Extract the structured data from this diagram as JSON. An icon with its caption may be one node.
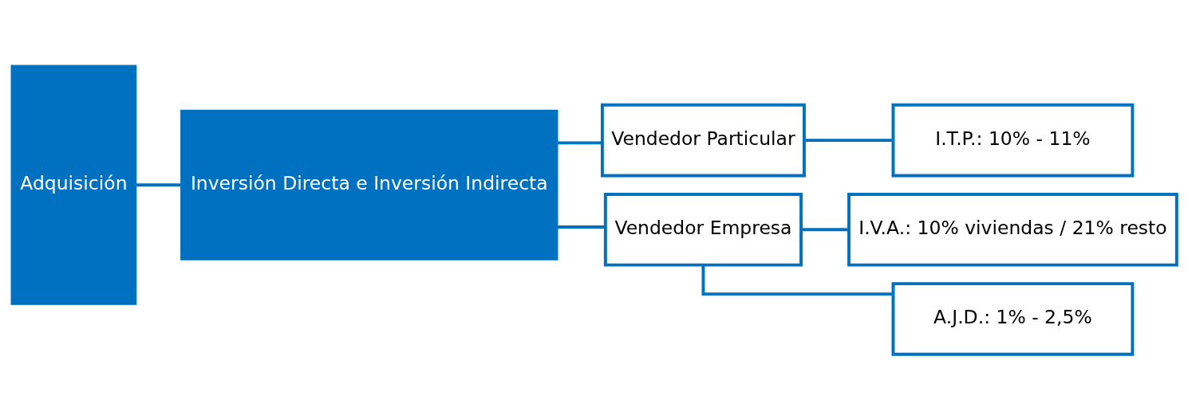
{
  "diagram": {
    "nodes": [
      {
        "text": [
          "Adquisición"
        ]
      },
      {
        "text": [
          "Inversión Directa e Inversión Indirecta"
        ]
      },
      {
        "text": [
          "Vendedor Particular"
        ]
      },
      {
        "text": [
          "Vendedor Empresa"
        ]
      },
      {
        "text": [
          "I.T.P.: 10% - 11%"
        ]
      },
      {
        "text": [
          "I.V.A.: 10% viviendas / 21% resto"
        ]
      },
      {
        "text": [
          "A.J.D.: 1% - 2,5%"
        ]
      }
    ],
    "edges": [
      {
        "from": 0,
        "to": 1,
        "arrow": "none"
      },
      {
        "from": 1,
        "to": 2,
        "arrow": "none"
      },
      {
        "from": 1,
        "to": 3,
        "arrow": "none"
      },
      {
        "from": 2,
        "to": 4,
        "arrow": "none"
      },
      {
        "from": 3,
        "to": 5,
        "arrow": "none"
      },
      {
        "from": 3,
        "to": 6,
        "arrow": "none"
      }
    ]
  }
}
